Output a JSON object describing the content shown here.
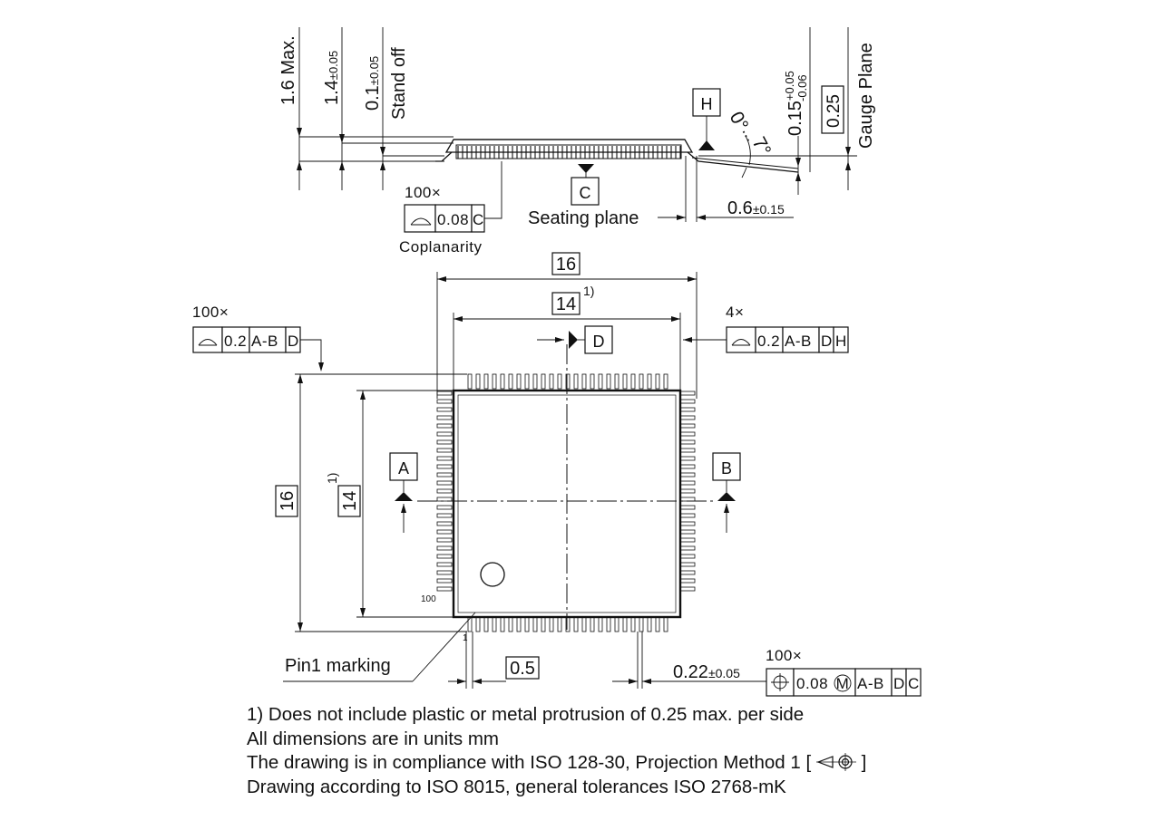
{
  "side_view": {
    "max_height": "1.6 Max.",
    "body_height_nominal": "1.4",
    "body_height_tol": "±0.05",
    "standoff_nominal": "0.1",
    "standoff_tol": "±0.05",
    "standoff_label": "Stand off",
    "angle_min": "0°",
    "angle_sep": "...",
    "angle_max": "7°",
    "lead_thickness_nominal": "0.15",
    "lead_thickness_tol_upper": "+0.05",
    "lead_thickness_tol_lower": "-0.06",
    "gauge_value": "0.25",
    "gauge_label": "Gauge Plane",
    "datum_h": "H",
    "datum_c": "C",
    "seating_label": "Seating plane",
    "foot_length_nominal": "0.6",
    "foot_length_tol": "±0.15",
    "coplanarity_count": "100×",
    "coplanarity_value": "0.08",
    "coplanarity_datum": "C",
    "coplanarity_label": "Coplanarity"
  },
  "top_view": {
    "overall_width": "16",
    "body_width": "14",
    "footnote_ref": "1)",
    "overall_height": "16",
    "body_height": "14",
    "datum_a": "A",
    "datum_b": "B",
    "datum_d": "D",
    "left_fcf": {
      "count": "100×",
      "value": "0.2",
      "datums": [
        "A-B",
        "D"
      ]
    },
    "right_fcf": {
      "count": "4×",
      "value": "0.2",
      "datums": [
        "A-B",
        "D",
        "H"
      ]
    },
    "pin_100": "100",
    "pin_1": "1",
    "pin1_label": "Pin1 marking",
    "pitch": "0.5",
    "lead_width_nominal": "0.22",
    "lead_width_tol": "±0.05",
    "position_fcf": {
      "count": "100×",
      "value": "0.08",
      "modifier": "M",
      "datums": [
        "A-B",
        "D",
        "C"
      ]
    }
  },
  "notes": [
    "1) Does not include plastic or metal protrusion of 0.25 max. per side",
    "All dimensions are in units mm",
    "The drawing is in compliance with ISO 128-30, Projection Method 1 [",
    "]",
    "Drawing according to ISO 8015, general tolerances ISO 2768-mK"
  ],
  "icons": [
    "profile-surface-icon",
    "position-icon",
    "projection-method-icon",
    "datum-triangle-icon"
  ]
}
